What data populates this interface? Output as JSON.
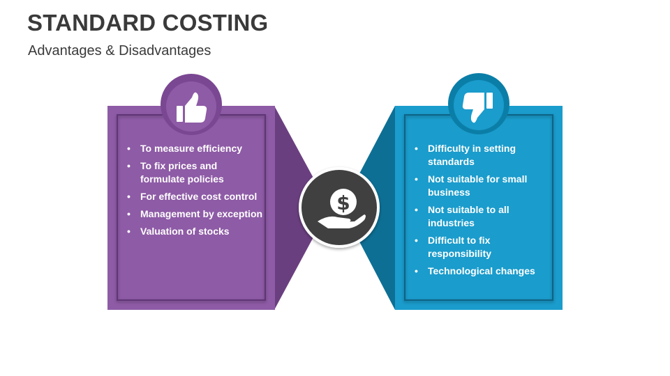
{
  "title": "STANDARD COSTING",
  "subtitle": "Advantages & Disadvantages",
  "advantages": {
    "icon": "thumbs-up-icon",
    "color": "#8e5ba6",
    "items": [
      "To measure efficiency",
      "To fix prices and formulate policies",
      "For effective cost control",
      "Management by exception",
      "Valuation of stocks"
    ]
  },
  "disadvantages": {
    "icon": "thumbs-down-icon",
    "color": "#1a9ccc",
    "items": [
      "Difficulty in setting standards",
      "Not suitable for small business",
      "Not suitable to all industries",
      "Difficult to fix responsibility",
      "Technological changes"
    ]
  },
  "center": {
    "icon": "money-hand-icon",
    "color": "#3f3f3f"
  }
}
